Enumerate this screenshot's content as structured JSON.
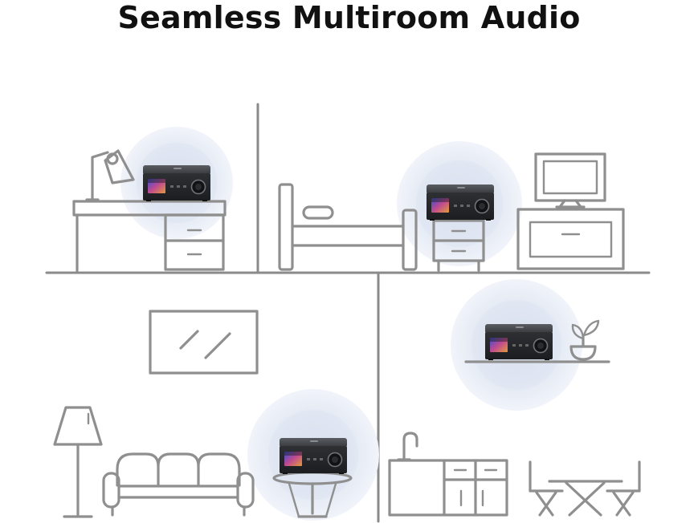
{
  "header": {
    "title": "Seamless Multiroom Audio"
  },
  "colors": {
    "line": "#8f8f8f",
    "halo_outer": "#eef1f8",
    "halo_mid": "#e3e8f3",
    "halo_inner": "#d6deee",
    "device_body": "#2b2d30",
    "device_top": "#4a4d52",
    "screen": "#6b4fc4"
  },
  "rooms": [
    {
      "name": "office",
      "devices": 1
    },
    {
      "name": "bedroom",
      "devices": 1
    },
    {
      "name": "living-room",
      "devices": 1
    },
    {
      "name": "kitchen",
      "devices": 1
    }
  ]
}
